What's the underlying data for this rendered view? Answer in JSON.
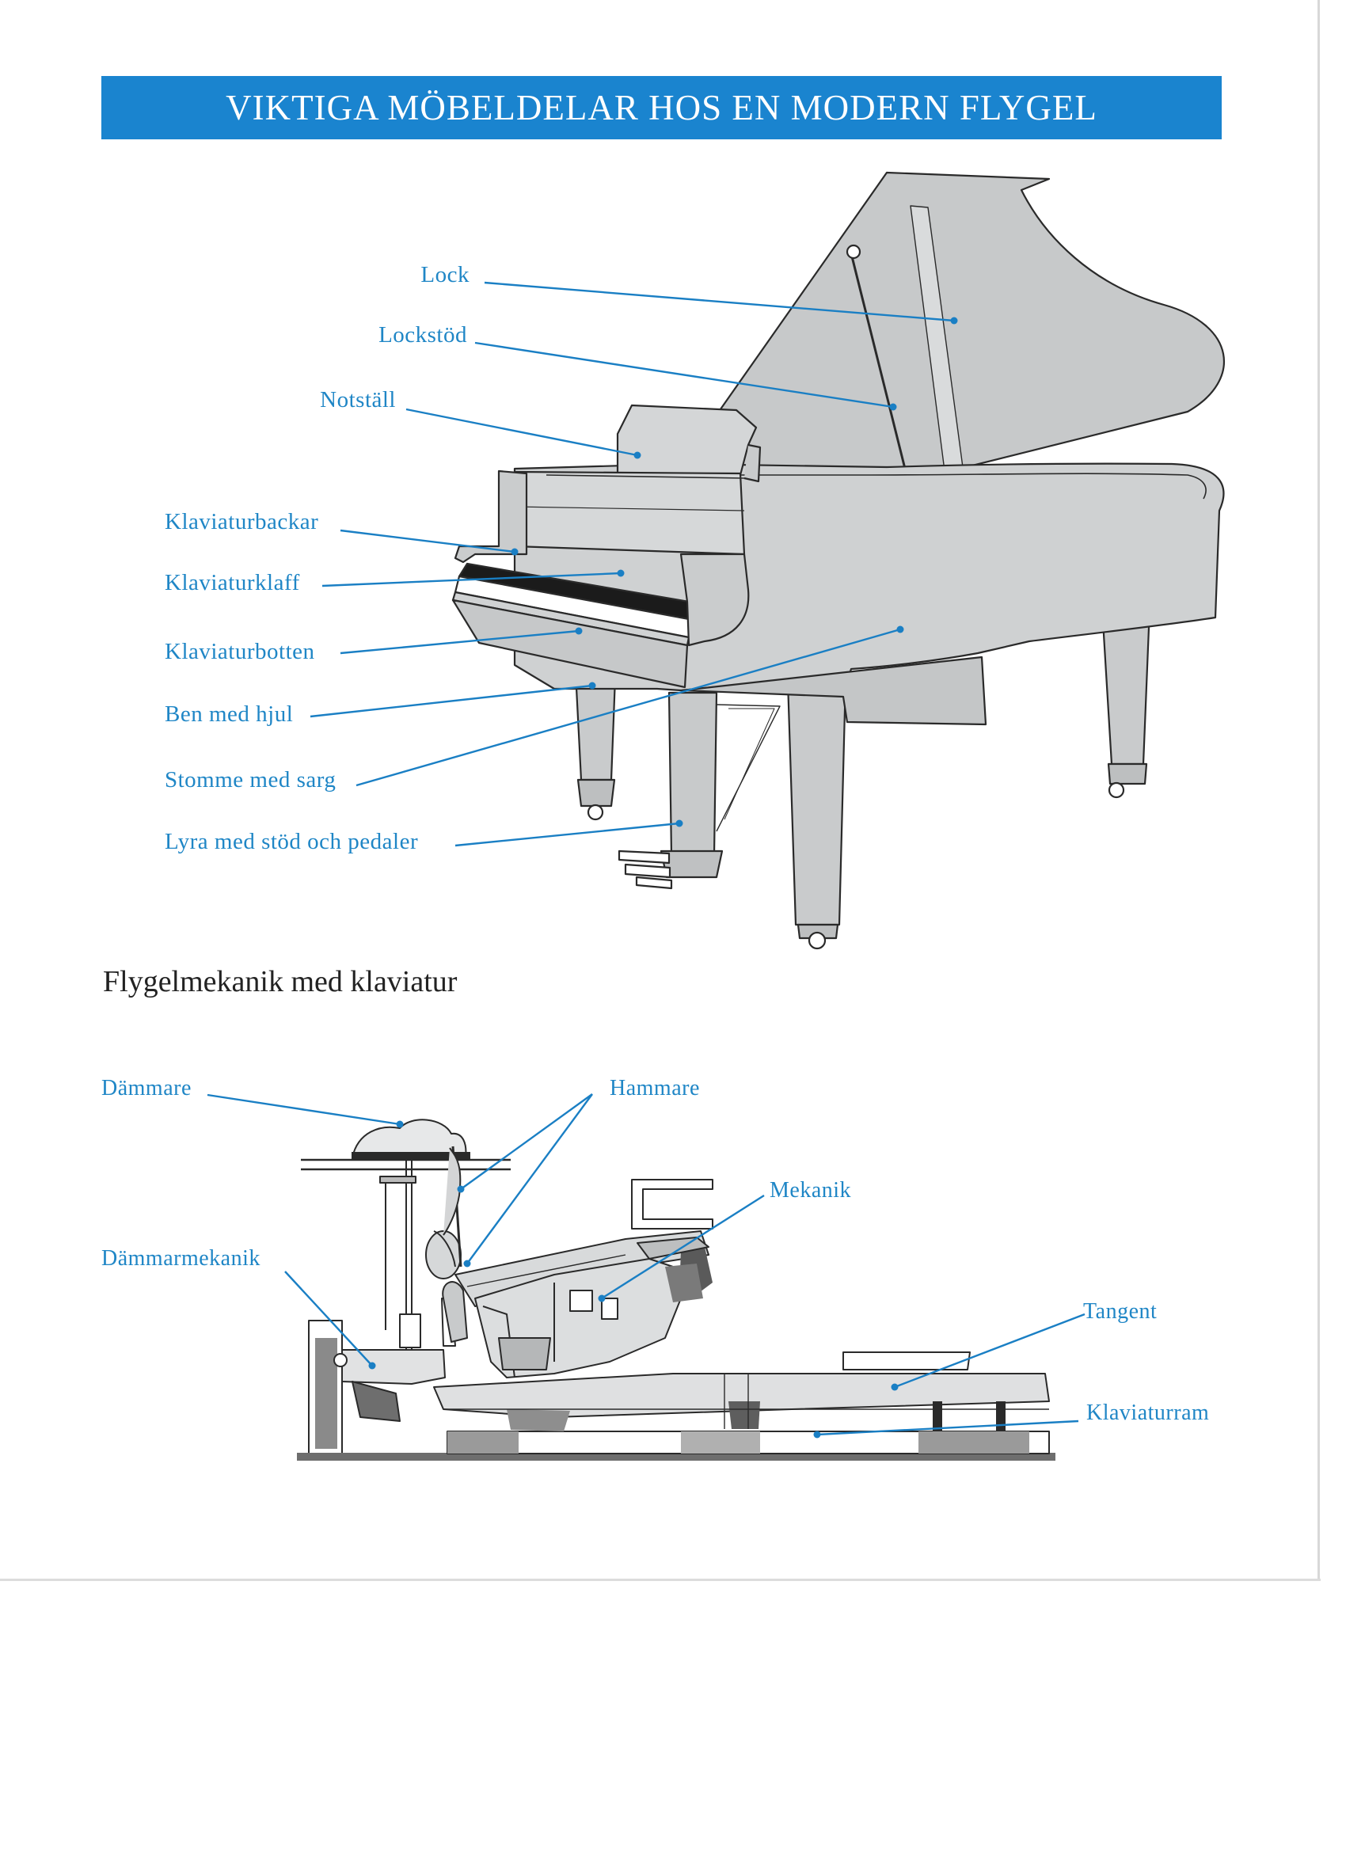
{
  "header": {
    "title": "VIKTIGA MÖBELDELAR HOS EN MODERN FLYGEL"
  },
  "piano_labels": [
    "Lock",
    "Lockstöd",
    "Notställ",
    "Klaviaturbackar",
    "Klaviaturklaff",
    "Klaviaturbotten",
    "Ben med hjul",
    "Stomme med sarg",
    "Lyra med stöd och pedaler"
  ],
  "section": {
    "title": "Flygelmekanik med klaviatur"
  },
  "mechanism_labels": {
    "dammare": "Dämmare",
    "hammare": "Hammare",
    "mekanik": "Mekanik",
    "dammarmekanik": "Dämmarmekanik",
    "tangent": "Tangent",
    "klaviaturram": "Klaviaturram"
  },
  "colors": {
    "accent": "#1a84cf",
    "label_text": "#1f86c6",
    "leader_line": "#1a7fc4",
    "piano_fill": "#cfd1d2",
    "outline": "#2a2a2a"
  }
}
